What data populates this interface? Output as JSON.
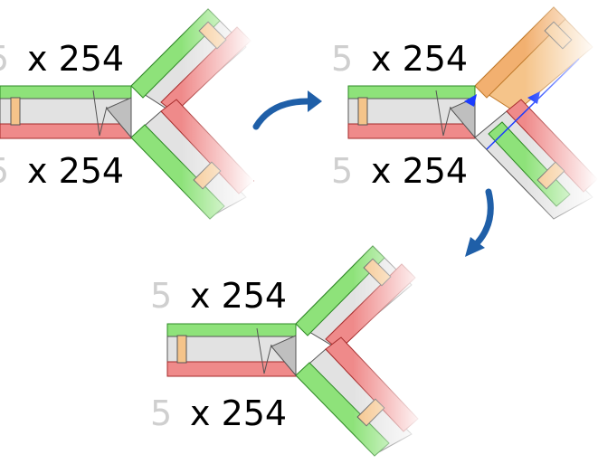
{
  "labels": {
    "dimension": "x 254",
    "clipped_digit": "5"
  },
  "colors": {
    "green": "#8ee27a",
    "green_edge": "#2e8a25",
    "red": "#ef8a8a",
    "red_edge": "#a52a2a",
    "orange": "#f5c48a",
    "orange_edge": "#c07a2a",
    "grey": "#e2e2e2",
    "grey_edge": "#555555",
    "arrow": "#1f5fa8",
    "marker": "#1a3cff"
  },
  "panels": [
    "before",
    "editing",
    "after"
  ]
}
